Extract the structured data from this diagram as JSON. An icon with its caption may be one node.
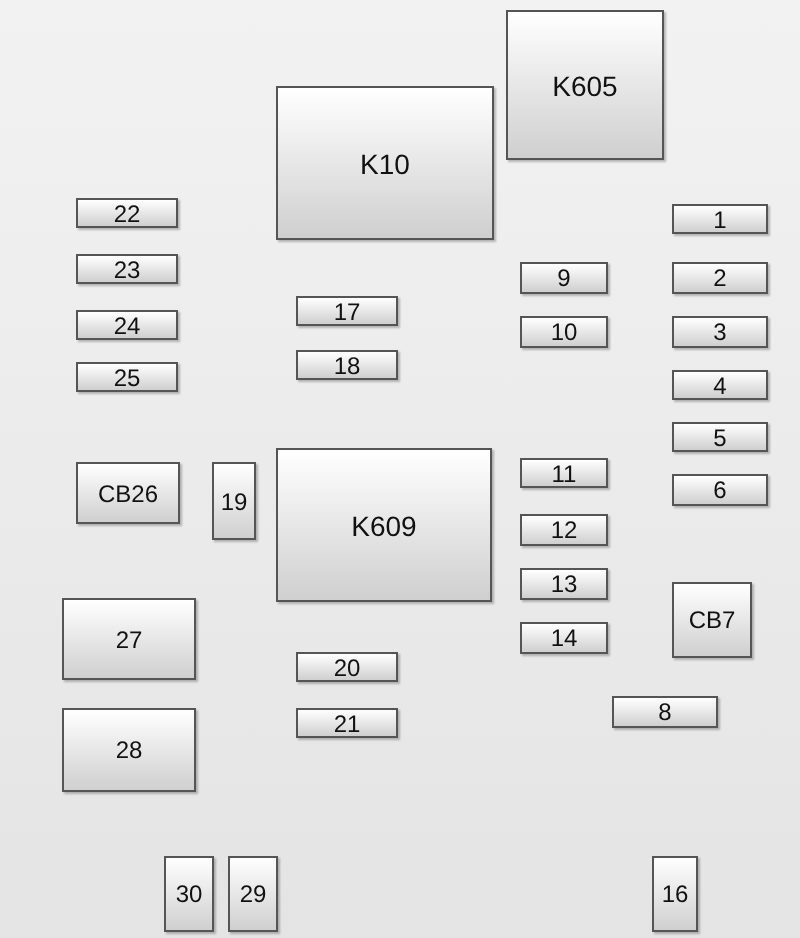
{
  "diagram": {
    "nodes": [
      {
        "text": [
          "K605"
        ]
      },
      {
        "text": [
          "K10"
        ]
      },
      {
        "text": [
          "22"
        ]
      },
      {
        "text": [
          "1"
        ]
      },
      {
        "text": [
          "23"
        ]
      },
      {
        "text": [
          "9"
        ]
      },
      {
        "text": [
          "2"
        ]
      },
      {
        "text": [
          "17"
        ]
      },
      {
        "text": [
          "24"
        ]
      },
      {
        "text": [
          "10"
        ]
      },
      {
        "text": [
          "3"
        ]
      },
      {
        "text": [
          "18"
        ]
      },
      {
        "text": [
          "25"
        ]
      },
      {
        "text": [
          "4"
        ]
      },
      {
        "text": [
          "5"
        ]
      },
      {
        "text": [
          "K609"
        ]
      },
      {
        "text": [
          "11"
        ]
      },
      {
        "text": [
          "CB26"
        ]
      },
      {
        "text": [
          "19"
        ]
      },
      {
        "text": [
          "6"
        ]
      },
      {
        "text": [
          "12"
        ]
      },
      {
        "text": [
          "13"
        ]
      },
      {
        "text": [
          "CB7"
        ]
      },
      {
        "text": [
          "27"
        ]
      },
      {
        "text": [
          "14"
        ]
      },
      {
        "text": [
          "20"
        ]
      },
      {
        "text": [
          "8"
        ]
      },
      {
        "text": [
          "21"
        ]
      },
      {
        "text": [
          "28"
        ]
      },
      {
        "text": [
          "30"
        ]
      },
      {
        "text": [
          "29"
        ]
      },
      {
        "text": [
          "16"
        ]
      }
    ]
  }
}
